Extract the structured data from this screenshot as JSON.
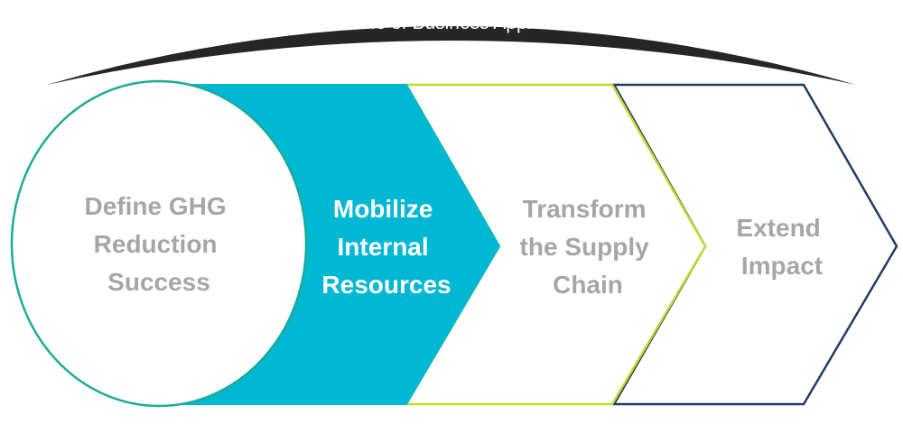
{
  "arc": {
    "label": "Whole of Business Approach",
    "color": "#262626"
  },
  "stages": [
    {
      "id": "define",
      "shape": "circle",
      "lines": [
        "Define GHG",
        "Reduction",
        "Success"
      ],
      "stroke": "#1aab96",
      "fill": "#ffffff",
      "text_color": "#a6a6a6"
    },
    {
      "id": "mobilize",
      "shape": "chevron",
      "lines": [
        "Mobilize",
        "Internal",
        "Resources"
      ],
      "stroke": "#00b8d4",
      "fill": "#00b8d4",
      "text_color": "#ffffff"
    },
    {
      "id": "transform",
      "shape": "chevron",
      "lines": [
        "Transform",
        "the Supply",
        "Chain"
      ],
      "stroke": "#c3d82e",
      "fill": "#ffffff",
      "text_color": "#a6a6a6"
    },
    {
      "id": "extend",
      "shape": "chevron",
      "lines": [
        "Extend",
        "Impact"
      ],
      "stroke": "#1f3c64",
      "fill": "#ffffff",
      "text_color": "#a6a6a6"
    }
  ]
}
